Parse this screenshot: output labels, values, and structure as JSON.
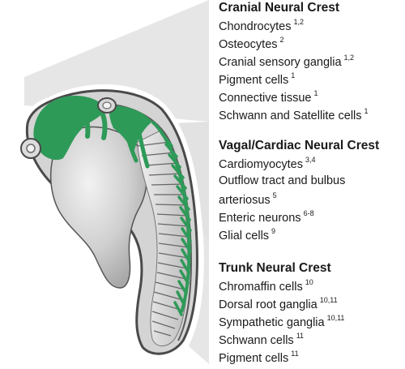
{
  "groups": [
    {
      "title": "Cranial Neural Crest",
      "items": [
        {
          "label": "Chondrocytes",
          "ref": "1,2"
        },
        {
          "label": "Osteocytes",
          "ref": "2"
        },
        {
          "label": "Cranial sensory ganglia",
          "ref": "1,2"
        },
        {
          "label": "Pigment cells",
          "ref": "1"
        },
        {
          "label": "Connective tissue",
          "ref": "1"
        },
        {
          "label": "Schwann and Satellite cells",
          "ref": "1"
        }
      ]
    },
    {
      "title": "Vagal/Cardiac Neural Crest",
      "items": [
        {
          "label": "Cardiomyocytes",
          "ref": "3,4"
        },
        {
          "label": "Outflow tract and bulbus",
          "label_cont": "arteriosus",
          "ref": "5"
        },
        {
          "label": "Enteric neurons",
          "ref": "6-8"
        },
        {
          "label": "Glial cells",
          "ref": "9"
        }
      ]
    },
    {
      "title": "Trunk Neural Crest",
      "items": [
        {
          "label": "Chromaffin cells",
          "ref": "10"
        },
        {
          "label": "Dorsal root ganglia",
          "ref": "10,11"
        },
        {
          "label": "Sympathetic ganglia",
          "ref": "10,11"
        },
        {
          "label": "Schwann cells",
          "ref": "11"
        },
        {
          "label": "Pigment cells",
          "ref": "11"
        }
      ]
    }
  ],
  "colors": {
    "neural_crest": "#2e9a58",
    "embryo_outline": "#4a4a4a",
    "embryo_fill": "#cfcfcf",
    "callout_wedge": "#e4e4e4"
  }
}
